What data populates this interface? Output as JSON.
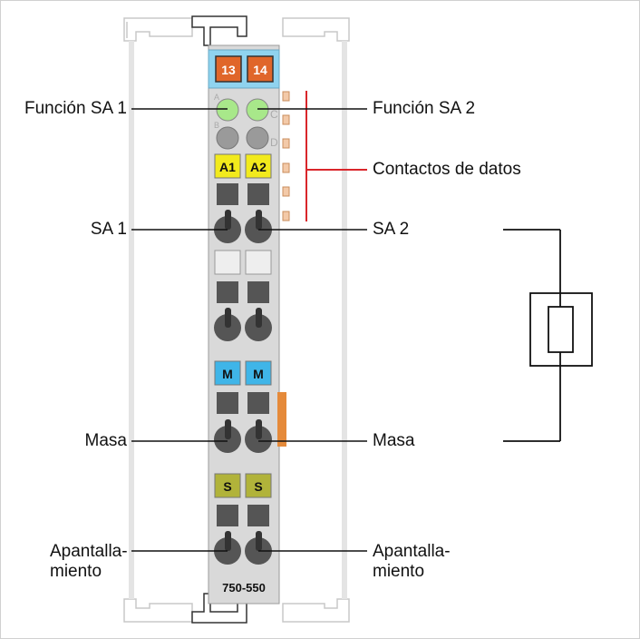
{
  "header": {
    "terminals": [
      "13",
      "14"
    ]
  },
  "leds": {
    "row1_side_letters": [
      "A",
      "C"
    ],
    "row2_side_letters": [
      "B",
      "D"
    ]
  },
  "markers": {
    "a": [
      "A1",
      "A2"
    ],
    "m": [
      "M",
      "M"
    ],
    "s": [
      "S",
      "S"
    ]
  },
  "model": "750-550",
  "labels": {
    "funcion_sa1": "Función SA 1",
    "funcion_sa2": "Función SA 2",
    "contactos": "Contactos de datos",
    "sa1": "SA 1",
    "sa2": "SA 2",
    "masa_left": "Masa",
    "masa_right": "Masa",
    "apantalla_left_1": "Apantalla-",
    "apantalla_left_2": "miento",
    "apantalla_right_1": "Apantalla-",
    "apantalla_right_2": "miento"
  },
  "colors": {
    "header_blue": "#8fd3ef",
    "terminal_orange": "#e0662a",
    "led_green": "#a8e88a",
    "led_grey": "#9a9a9a",
    "marker_yellow": "#f2ea1c",
    "marker_blue": "#3fb5e8",
    "marker_olive": "#b1b33a",
    "data_contacts_red": "#d9262b",
    "body_grey": "#d9d9d9"
  }
}
